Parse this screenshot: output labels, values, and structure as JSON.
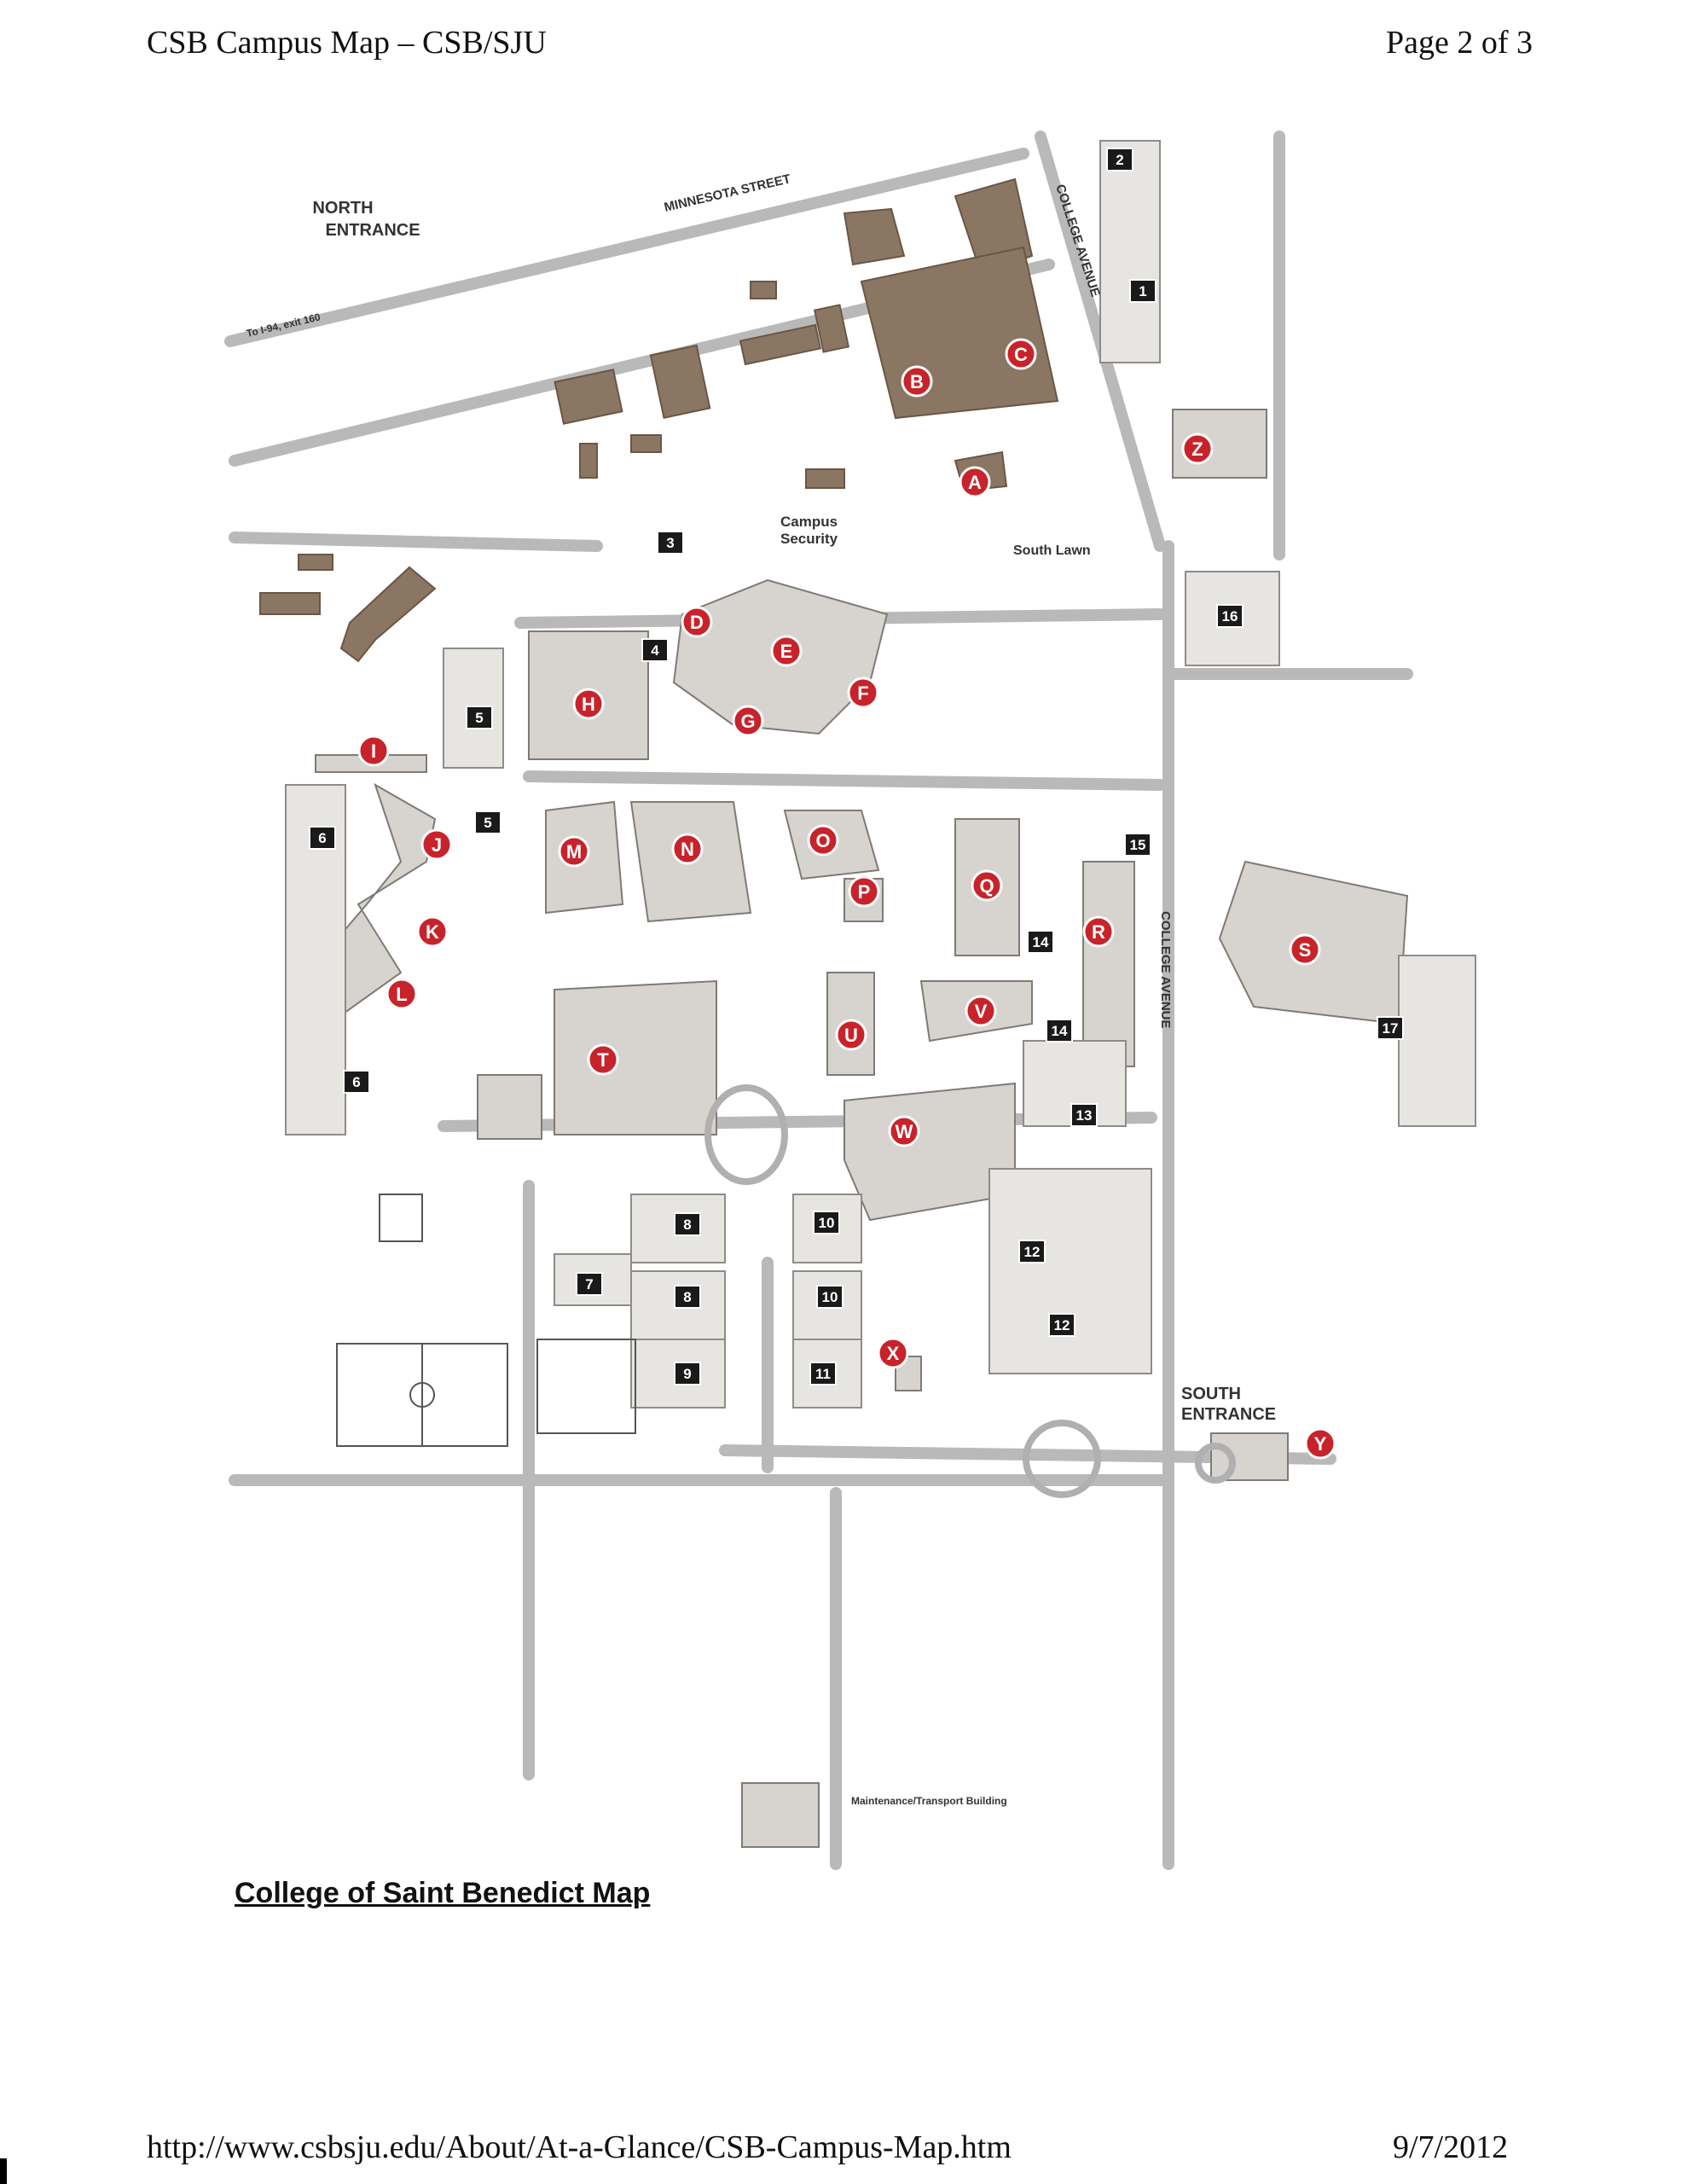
{
  "header": {
    "title": "CSB Campus Map – CSB/SJU",
    "page": "Page 2 of 3"
  },
  "map": {
    "labels": {
      "north_entrance_1": "NORTH",
      "north_entrance_2": "ENTRANCE",
      "south_entrance_1": "SOUTH",
      "south_entrance_2": "ENTRANCE",
      "minnesota_street": "MINNESOTA STREET",
      "college_avenue": "COLLEGE AVENUE",
      "to_i94": "To I-94, exit 160",
      "campus_security_1": "Campus",
      "campus_security_2": "Security",
      "south_lawn": "South Lawn",
      "maintenance": "Maintenance/Transport Building"
    },
    "building_letters": [
      "A",
      "B",
      "C",
      "D",
      "E",
      "F",
      "G",
      "H",
      "I",
      "J",
      "K",
      "L",
      "M",
      "N",
      "O",
      "P",
      "Q",
      "R",
      "S",
      "T",
      "U",
      "V",
      "W",
      "X",
      "Y",
      "Z"
    ],
    "parking_numbers": [
      "1",
      "2",
      "3",
      "4",
      "5",
      "5",
      "6",
      "6",
      "7",
      "8",
      "8",
      "9",
      "10",
      "10",
      "11",
      "12",
      "12",
      "13",
      "14",
      "14",
      "15",
      "16",
      "17"
    ]
  },
  "caption": "College of Saint Benedict Map",
  "footer": {
    "url": "http://www.csbsju.edu/About/At-a-Glance/CSB-Campus-Map.htm",
    "date": "9/7/2012"
  }
}
